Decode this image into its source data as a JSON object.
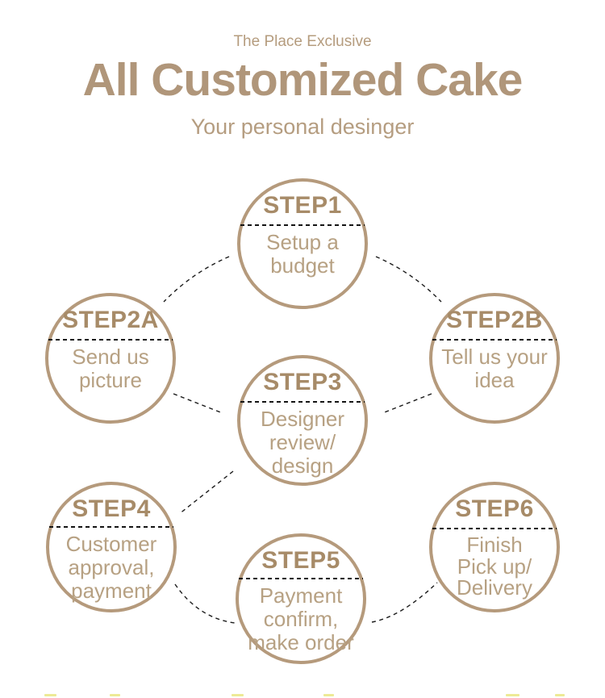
{
  "page": {
    "eyebrow": "The Place Exclusive",
    "title": "All Customized Cake",
    "subtitle": "Your personal desinger"
  },
  "diagram": {
    "steps": [
      {
        "id": "step1",
        "label": "STEP1",
        "description": "Setup a\nbudget"
      },
      {
        "id": "step2a",
        "label": "STEP2A",
        "description": "Send us\npicture"
      },
      {
        "id": "step2b",
        "label": "STEP2B",
        "description": "Tell us your\nidea"
      },
      {
        "id": "step3",
        "label": "STEP3",
        "description": "Designer\nreview/\ndesign"
      },
      {
        "id": "step4",
        "label": "STEP4",
        "description": "Customer\napproval,\npayment"
      },
      {
        "id": "step5",
        "label": "STEP5",
        "description": "Payment\nconfirm,\nmake order"
      },
      {
        "id": "step6",
        "label": "STEP6",
        "description": "Finish\nPick up/\nDelivery"
      }
    ],
    "connections": [
      {
        "from": "step1",
        "to": "step2a"
      },
      {
        "from": "step1",
        "to": "step2b"
      },
      {
        "from": "step2a",
        "to": "step3"
      },
      {
        "from": "step2b",
        "to": "step3"
      },
      {
        "from": "step3",
        "to": "step4"
      },
      {
        "from": "step4",
        "to": "step5"
      },
      {
        "from": "step5",
        "to": "step6"
      }
    ]
  },
  "colors": {
    "accent_tan": "#b59a7c",
    "step_label": "#a78b68",
    "body_text": "#b7a183",
    "title_text": "#b0967a",
    "connector": "#1c1c1c",
    "bottom_marks": "#edea96"
  }
}
